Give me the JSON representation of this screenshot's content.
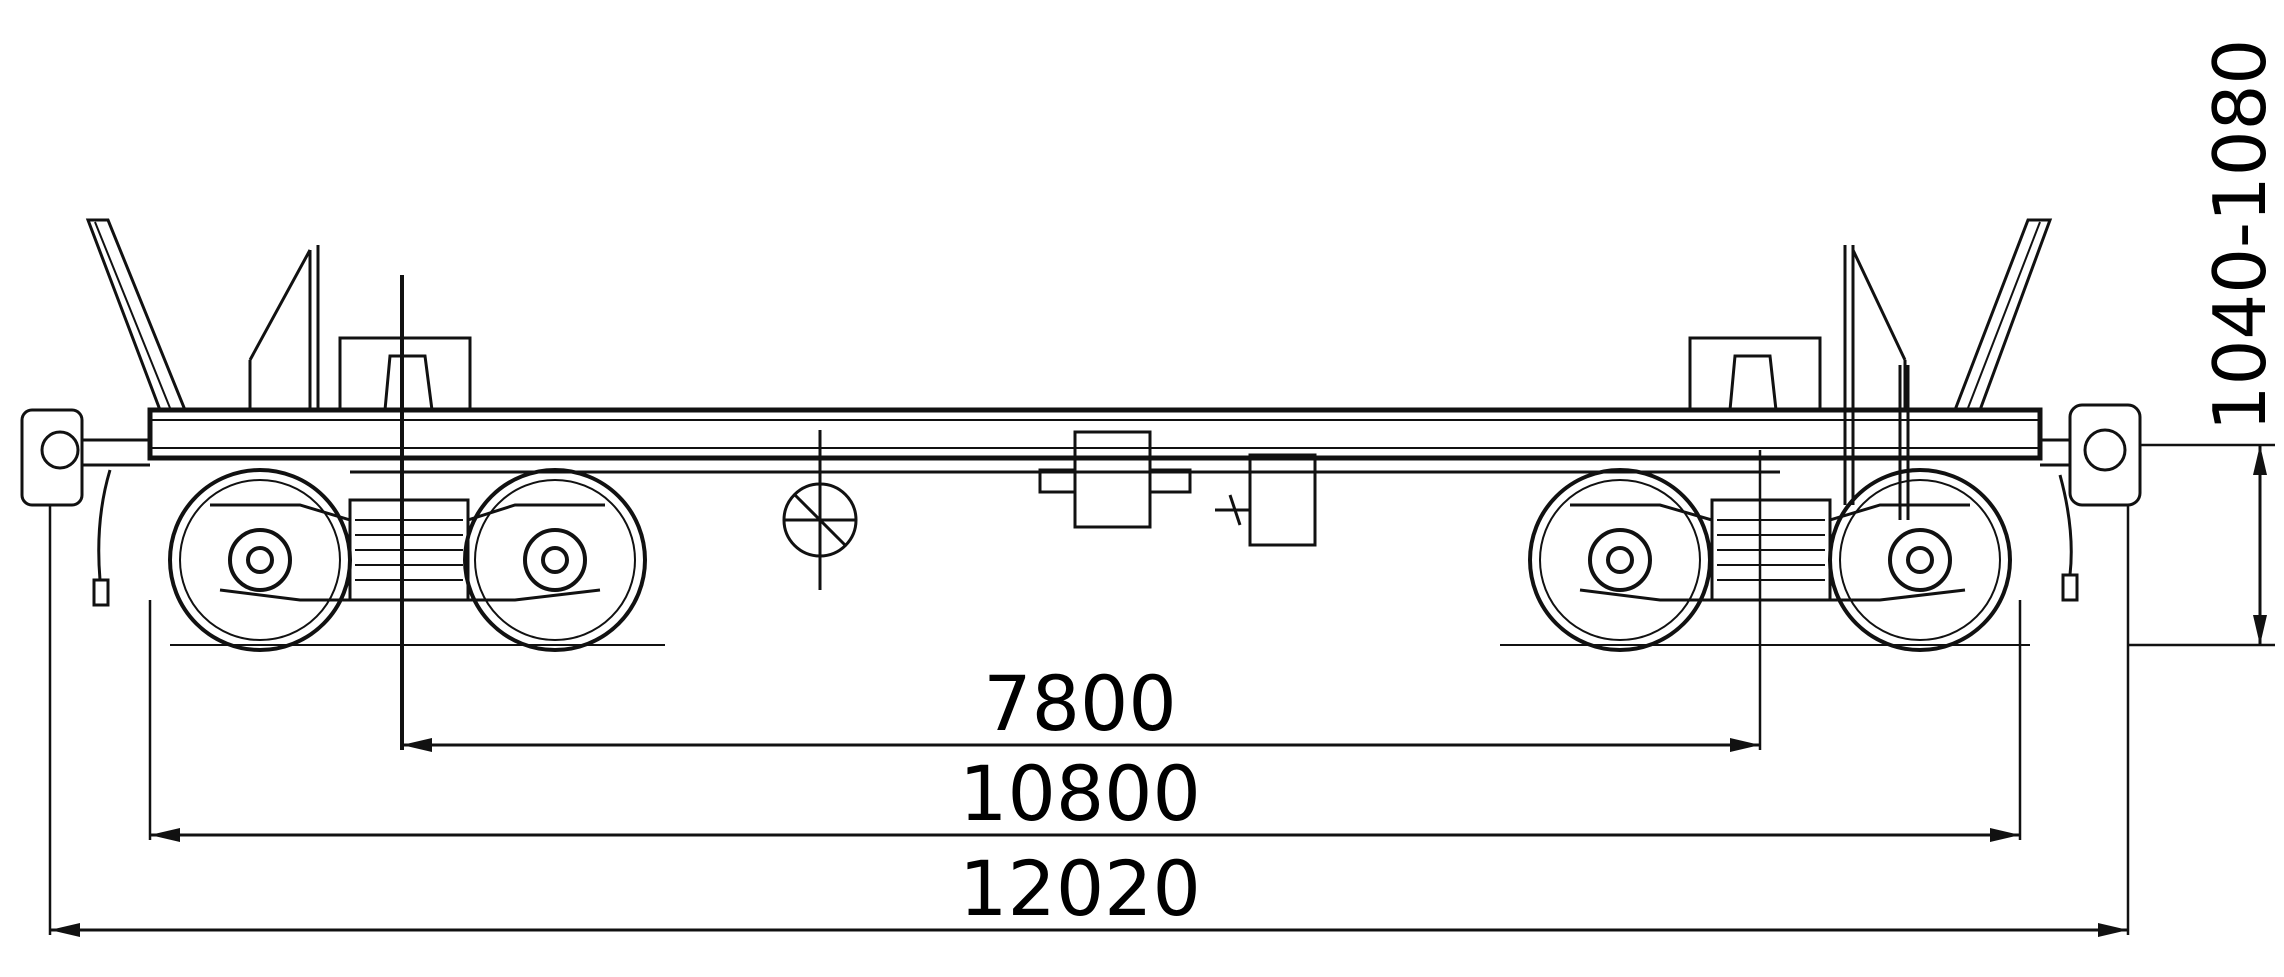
{
  "drawing": {
    "dimensions": {
      "bogie_center_distance": "7800",
      "base_length": "10800",
      "overall_length": "12020",
      "coupler_height": "1040-1080"
    }
  }
}
